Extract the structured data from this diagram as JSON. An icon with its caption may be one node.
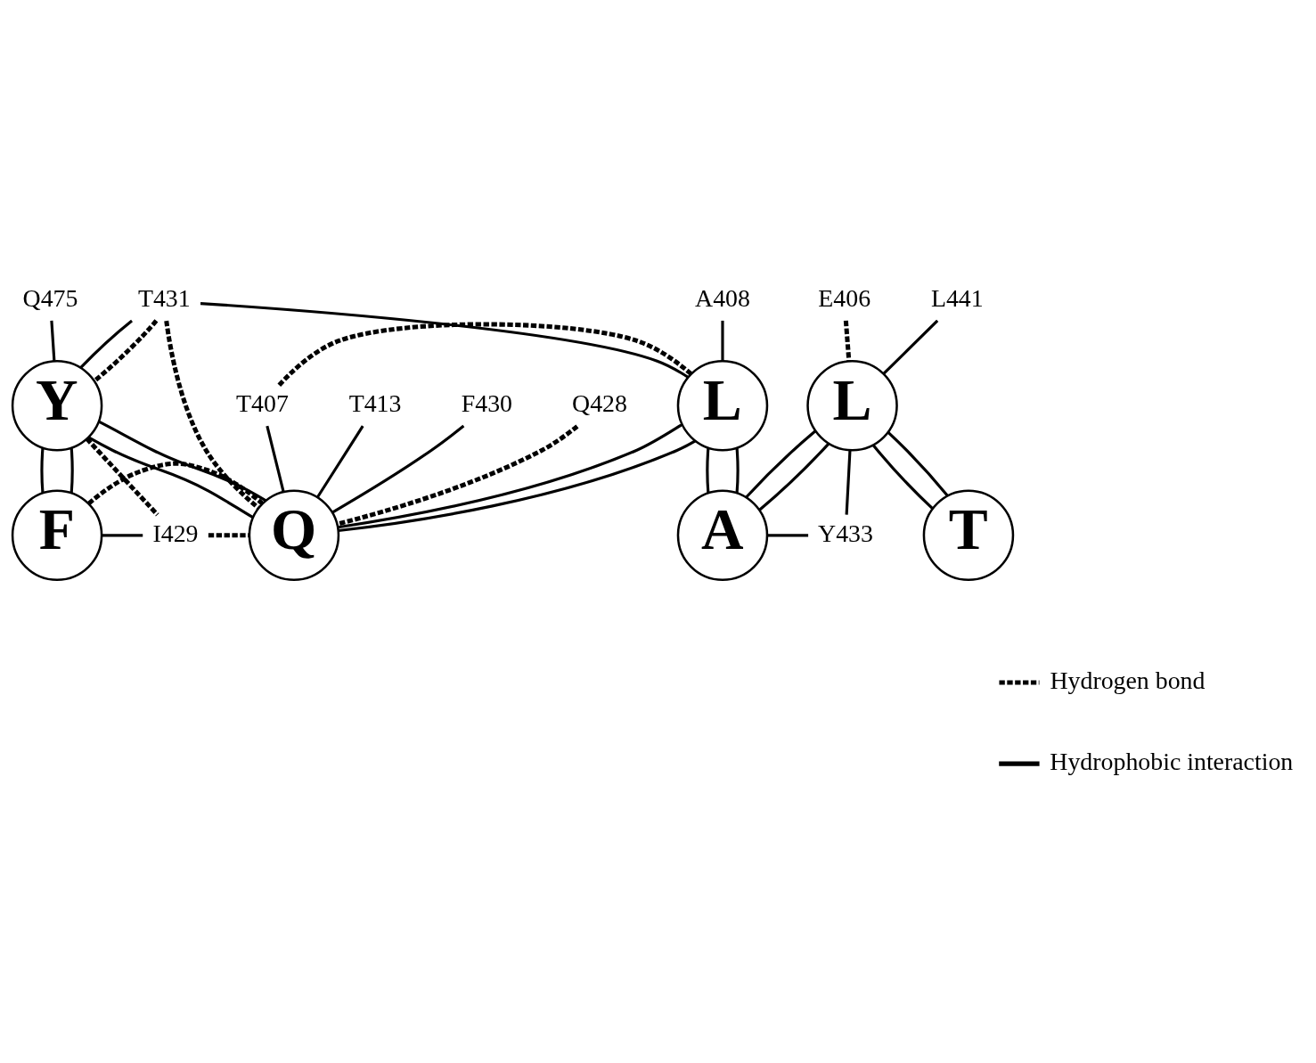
{
  "diagram": {
    "nodes": [
      {
        "text": [
          "Q475"
        ]
      },
      {
        "text": [
          "A408"
        ]
      },
      {
        "text": [
          "E406"
        ]
      },
      {
        "text": [
          "L441"
        ]
      },
      {
        "text": [
          "T431"
        ]
      },
      {
        "text": [
          "Y"
        ]
      },
      {
        "text": [
          "T407"
        ]
      },
      {
        "text": [
          "L"
        ]
      },
      {
        "text": [
          "L"
        ]
      },
      {
        "text": [
          "F"
        ]
      },
      {
        "text": [
          "I429"
        ]
      },
      {
        "text": [
          "Q"
        ]
      },
      {
        "text": [
          "A"
        ]
      },
      {
        "text": [
          "T"
        ]
      },
      {
        "text": [
          "Y433"
        ]
      },
      {
        "text": [
          "T413"
        ]
      },
      {
        "text": [
          "F430"
        ]
      },
      {
        "text": [
          "Q428"
        ]
      }
    ],
    "edges": [
      {
        "from": 9,
        "to": 5,
        "arrow": "none"
      },
      {
        "from": 9,
        "to": 5,
        "arrow": "none"
      },
      {
        "from": 5,
        "to": 11,
        "arrow": "none"
      },
      {
        "from": 5,
        "to": 11,
        "arrow": "none"
      },
      {
        "from": 11,
        "to": 7,
        "arrow": "none"
      },
      {
        "from": 11,
        "to": 7,
        "arrow": "none"
      },
      {
        "from": 7,
        "to": 12,
        "arrow": "none"
      },
      {
        "from": 7,
        "to": 12,
        "arrow": "none"
      },
      {
        "from": 12,
        "to": 8,
        "arrow": "none"
      },
      {
        "from": 12,
        "to": 8,
        "arrow": "none"
      },
      {
        "from": 8,
        "to": 13,
        "arrow": "none"
      },
      {
        "from": 8,
        "to": 13,
        "arrow": "none"
      },
      {
        "from": 0,
        "to": 5,
        "arrow": "none"
      },
      {
        "from": 4,
        "to": 5,
        "arrow": "none"
      },
      {
        "from": 4,
        "to": 5,
        "arrow": "none",
        "style": "dashed"
      },
      {
        "from": 4,
        "to": 7,
        "arrow": "none"
      },
      {
        "from": 4,
        "to": 11,
        "arrow": "none",
        "style": "dashed"
      },
      {
        "from": 1,
        "to": 7,
        "arrow": "none"
      },
      {
        "from": 2,
        "to": 8,
        "arrow": "none",
        "style": "dashed"
      },
      {
        "from": 3,
        "to": 8,
        "arrow": "none"
      },
      {
        "from": 6,
        "to": 7,
        "arrow": "none",
        "style": "dashed"
      },
      {
        "from": 6,
        "to": 11,
        "arrow": "none"
      },
      {
        "from": 5,
        "to": 10,
        "arrow": "none",
        "style": "dashed"
      },
      {
        "from": 9,
        "to": 10,
        "arrow": "none"
      },
      {
        "from": 10,
        "to": 11,
        "arrow": "none",
        "style": "dashed"
      },
      {
        "from": 9,
        "to": 11,
        "arrow": "none",
        "style": "dashed"
      },
      {
        "from": 8,
        "to": 14,
        "arrow": "none"
      },
      {
        "from": 12,
        "to": 14,
        "arrow": "none"
      },
      {
        "from": 16,
        "to": 11,
        "arrow": "none"
      },
      {
        "from": 17,
        "to": 11,
        "arrow": "none",
        "style": "dashed"
      },
      {
        "from": 15,
        "to": 11,
        "arrow": "none"
      }
    ],
    "legend": [
      {
        "text": "Hydrogen bond"
      },
      {
        "text": "Hydrophobic interaction"
      }
    ]
  }
}
